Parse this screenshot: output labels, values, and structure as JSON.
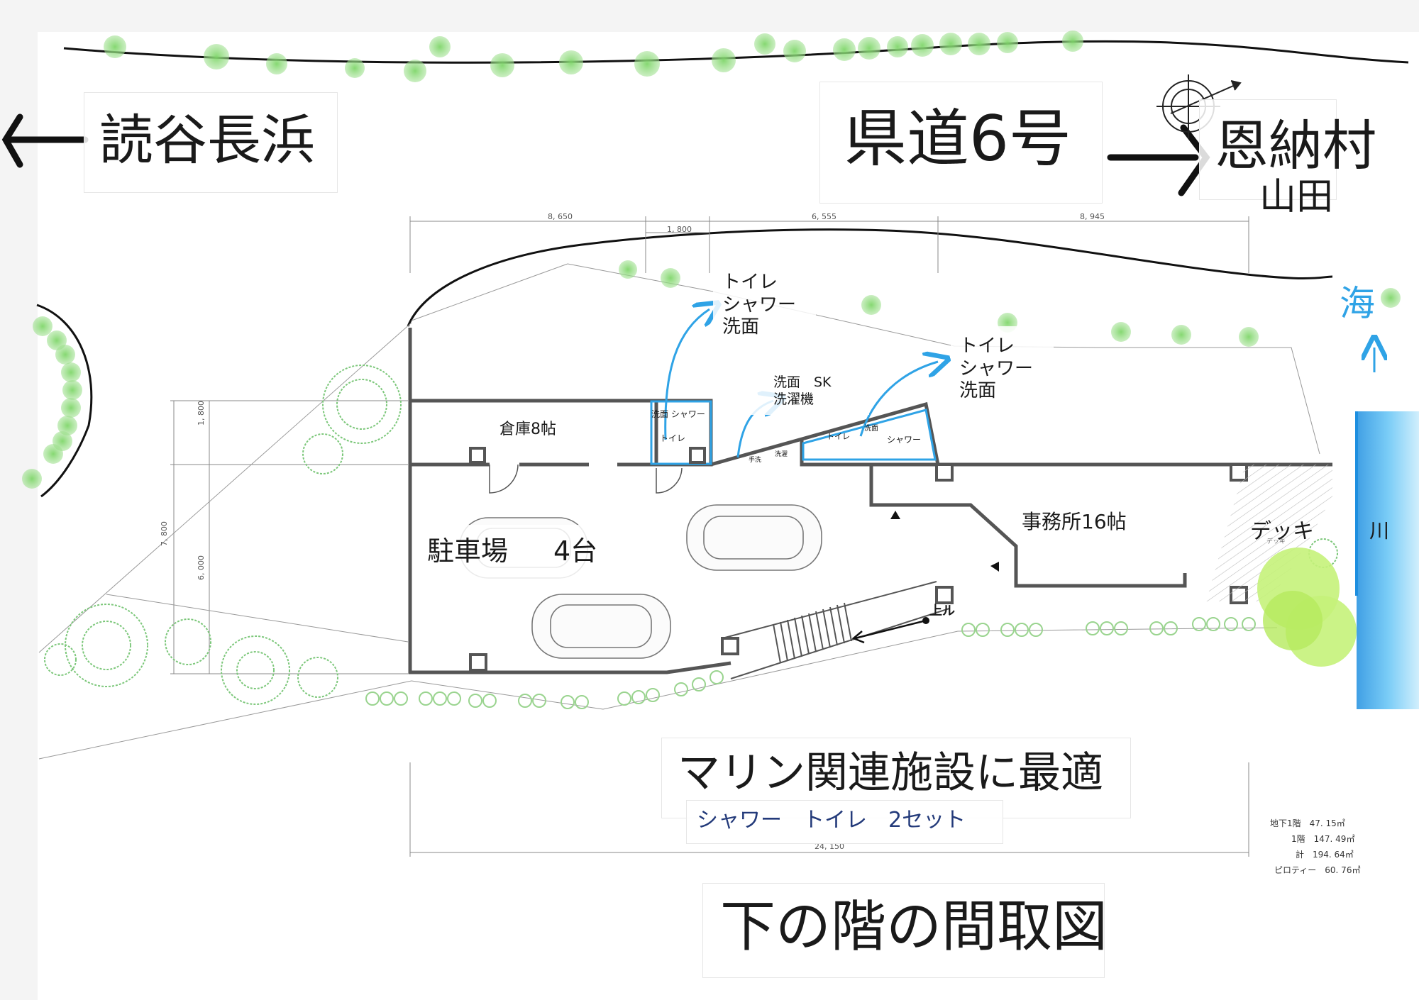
{
  "title": "下の階の間取図",
  "road": {
    "name": "県道6号"
  },
  "directions": {
    "left": "読谷長浜",
    "right_line1": "恩納村",
    "right_line2": "山田",
    "sea": "海",
    "river": "川"
  },
  "rooms": {
    "storage": "倉庫8帖",
    "parking_a": "駐車場",
    "parking_b": "4台",
    "office": "事務所16帖",
    "deck": "デッキ"
  },
  "notes": {
    "restroom": "トイレ\nシャワー\n洗面",
    "laundry": "洗面　SK\n洗濯機",
    "bath_left": "洗面 シャワー",
    "bath_left_toilet": "トイレ",
    "bath_right_toilet": "トイレ",
    "bath_right_basin": "洗面",
    "bath_right_shower": "シャワー",
    "basin_a": "手洗",
    "basin_b": "洗濯",
    "stairs": "上ル",
    "deck_small": "デッキ"
  },
  "dimensions": {
    "top_1": "8, 650",
    "top_2": "1, 800",
    "top_3": "6, 555",
    "top_4": "8, 945",
    "left_1": "1, 800",
    "left_2": "6, 000",
    "left_total": "7, 800",
    "bottom_total": "24, 150"
  },
  "areas": {
    "b1": "地下1階　47. 15㎡",
    "f1": "1階　147. 49㎡",
    "total": "計　194. 64㎡",
    "piloti": "ピロティー　60. 76㎡"
  },
  "tagline": "マリン関連施設に最適",
  "tagline_sub": "シャワー　トイレ　2セット",
  "colors": {
    "accent_blue": "#2fa3e6",
    "green": "#7fd66a",
    "wall": "#555555",
    "river": "#3aa8ec"
  },
  "icons": [
    "north-compass-icon",
    "left-arrow-icon",
    "right-arrow-icon",
    "sea-arrow-icon"
  ]
}
